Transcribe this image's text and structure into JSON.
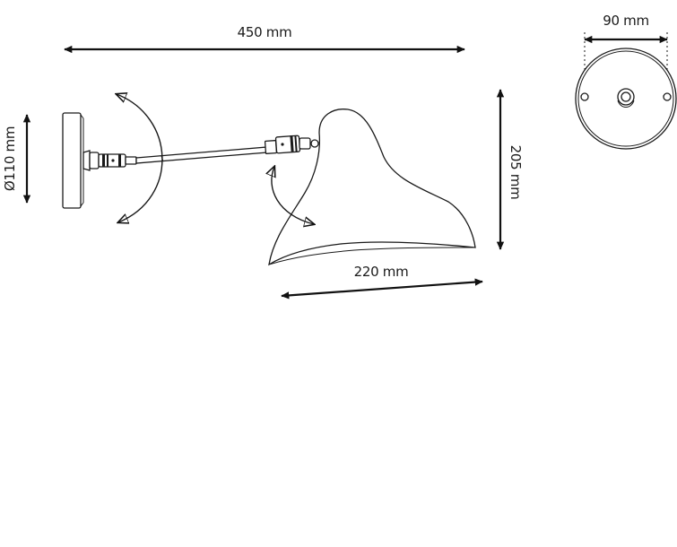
{
  "dimensions": {
    "total_length": "450 mm",
    "base_diameter": "Ø110 mm",
    "shade_height": "205 mm",
    "shade_width": "220 mm",
    "canopy_width": "90 mm"
  },
  "colors": {
    "line": "#1a1a1a",
    "background": "#ffffff"
  }
}
